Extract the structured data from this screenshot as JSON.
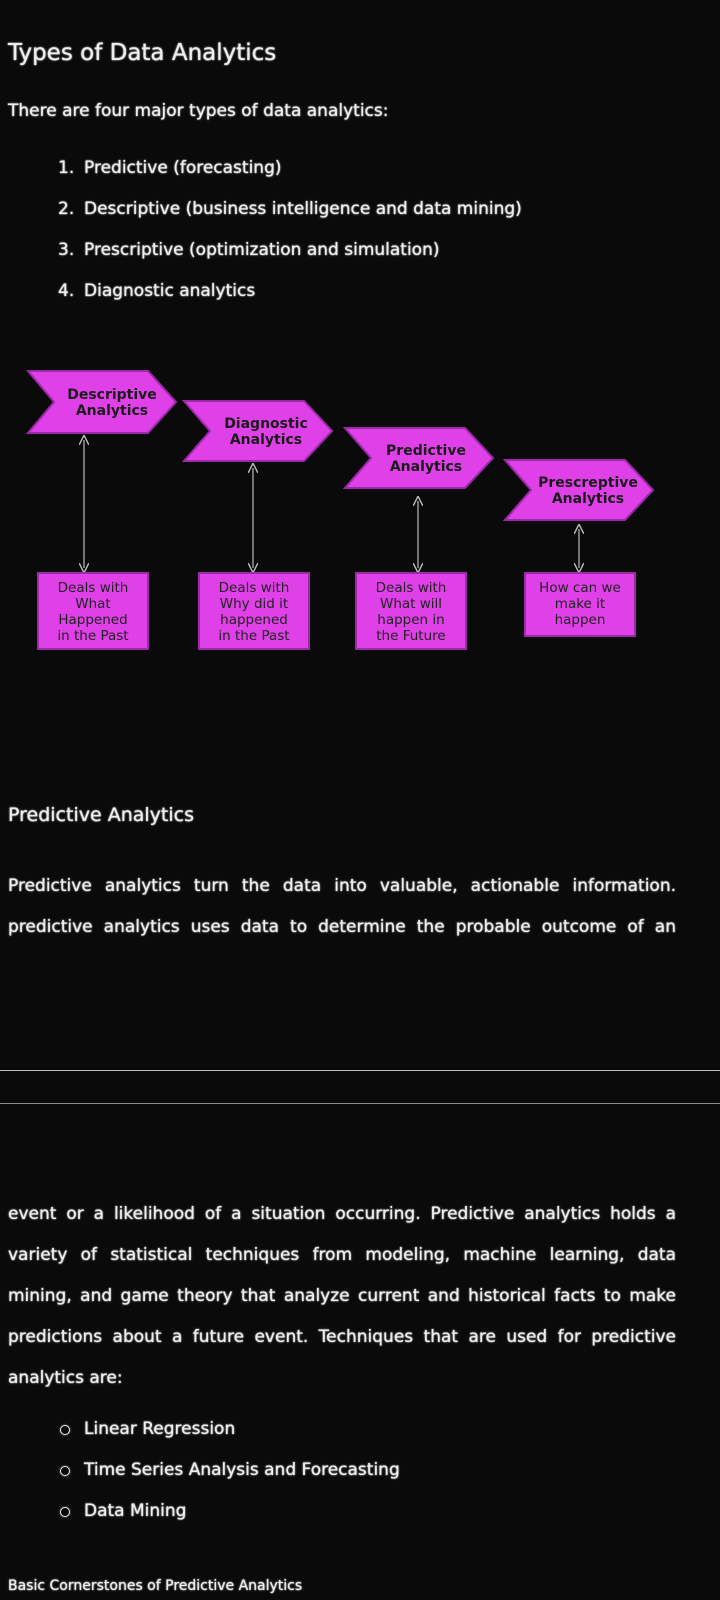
{
  "title": "Types of Data Analytics",
  "intro": "There are four major types of data analytics:",
  "types": [
    {
      "num": "1.",
      "label": "Predictive (forecasting)"
    },
    {
      "num": "2.",
      "label": "Descriptive (business intelligence and data mining)"
    },
    {
      "num": "3.",
      "label": "Prescriptive (optimization and simulation)"
    },
    {
      "num": "4.",
      "label": "Diagnostic analytics"
    }
  ],
  "diagram": {
    "stages": [
      {
        "line1": "Descriptive",
        "line2": "Analytics",
        "box": [
          "Deals with",
          "What",
          "Happened",
          "in the Past"
        ]
      },
      {
        "line1": "Diagnostic",
        "line2": "Analytics",
        "box": [
          "Deals with",
          "Why did it",
          "happened",
          "in the Past"
        ]
      },
      {
        "line1": "Predictive",
        "line2": "Analytics",
        "box": [
          "Deals with",
          "What will",
          "happen in",
          "the Future"
        ]
      },
      {
        "line1": "Prescreptive",
        "line2": "Analytics",
        "box": [
          "How can we",
          "make it",
          "happen"
        ]
      }
    ],
    "colors": {
      "fill": "#e040e8",
      "stroke": "#9a2aa8"
    }
  },
  "section_heading": "Predictive Analytics",
  "para_top_lines": [
    "Predictive analytics turn the data into valuable, actionable information.",
    "predictive analytics uses data to determine the probable outcome of an"
  ],
  "para_bottom_lines": [
    "event or a likelihood of a situation occurring. Predictive analytics holds a",
    "variety of statistical techniques from modeling, machine learning, data",
    "mining, and game theory  that analyze current and historical facts to make",
    "predictions about a future event. Techniques that are used for predictive",
    "analytics are:"
  ],
  "techniques": [
    "Linear Regression",
    "Time Series Analysis and Forecasting",
    "Data Mining"
  ],
  "footer": "Basic Cornerstones of Predictive Analytics"
}
